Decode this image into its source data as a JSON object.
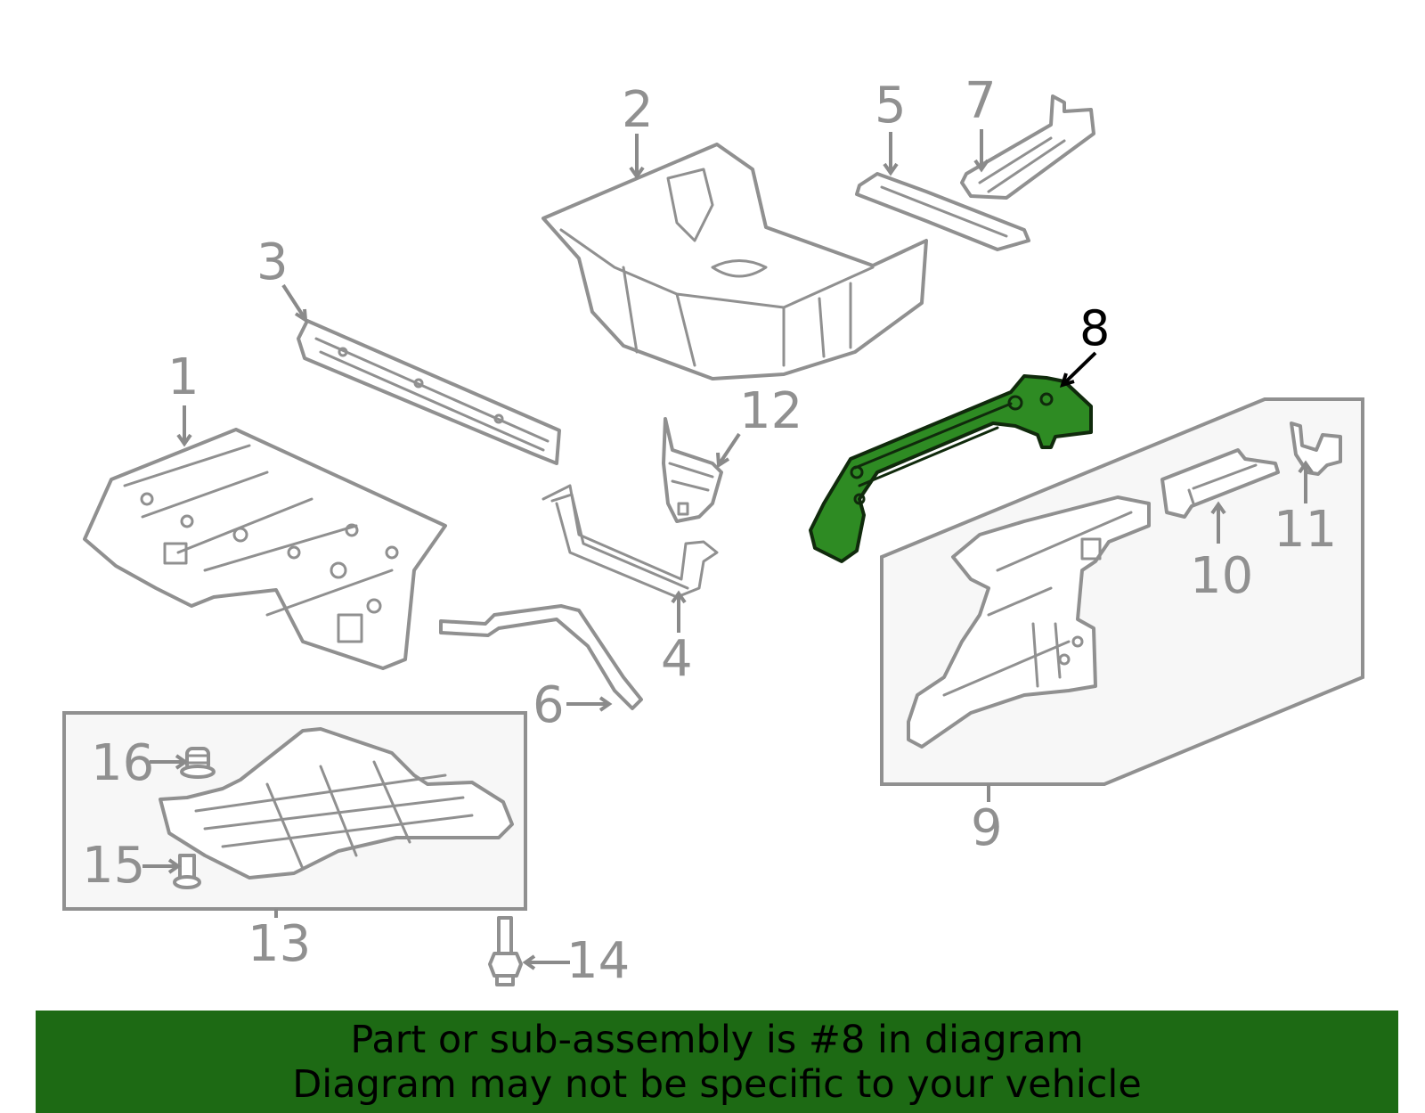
{
  "callouts": {
    "p1": "1",
    "p2": "2",
    "p3": "3",
    "p4": "4",
    "p5": "5",
    "p6": "6",
    "p7": "7",
    "p8": "8",
    "p9": "9",
    "p10": "10",
    "p11": "11",
    "p12": "12",
    "p13": "13",
    "p14": "14",
    "p15": "15",
    "p16": "16"
  },
  "highlighted_part": "8",
  "colors": {
    "highlight_fill": "#2e8b23",
    "banner_background": "#1d6a14",
    "line_gray": "#909090"
  },
  "banner": {
    "line1": "Part or sub-assembly is #8 in diagram",
    "line2": "Diagram may not be specific to your vehicle"
  }
}
